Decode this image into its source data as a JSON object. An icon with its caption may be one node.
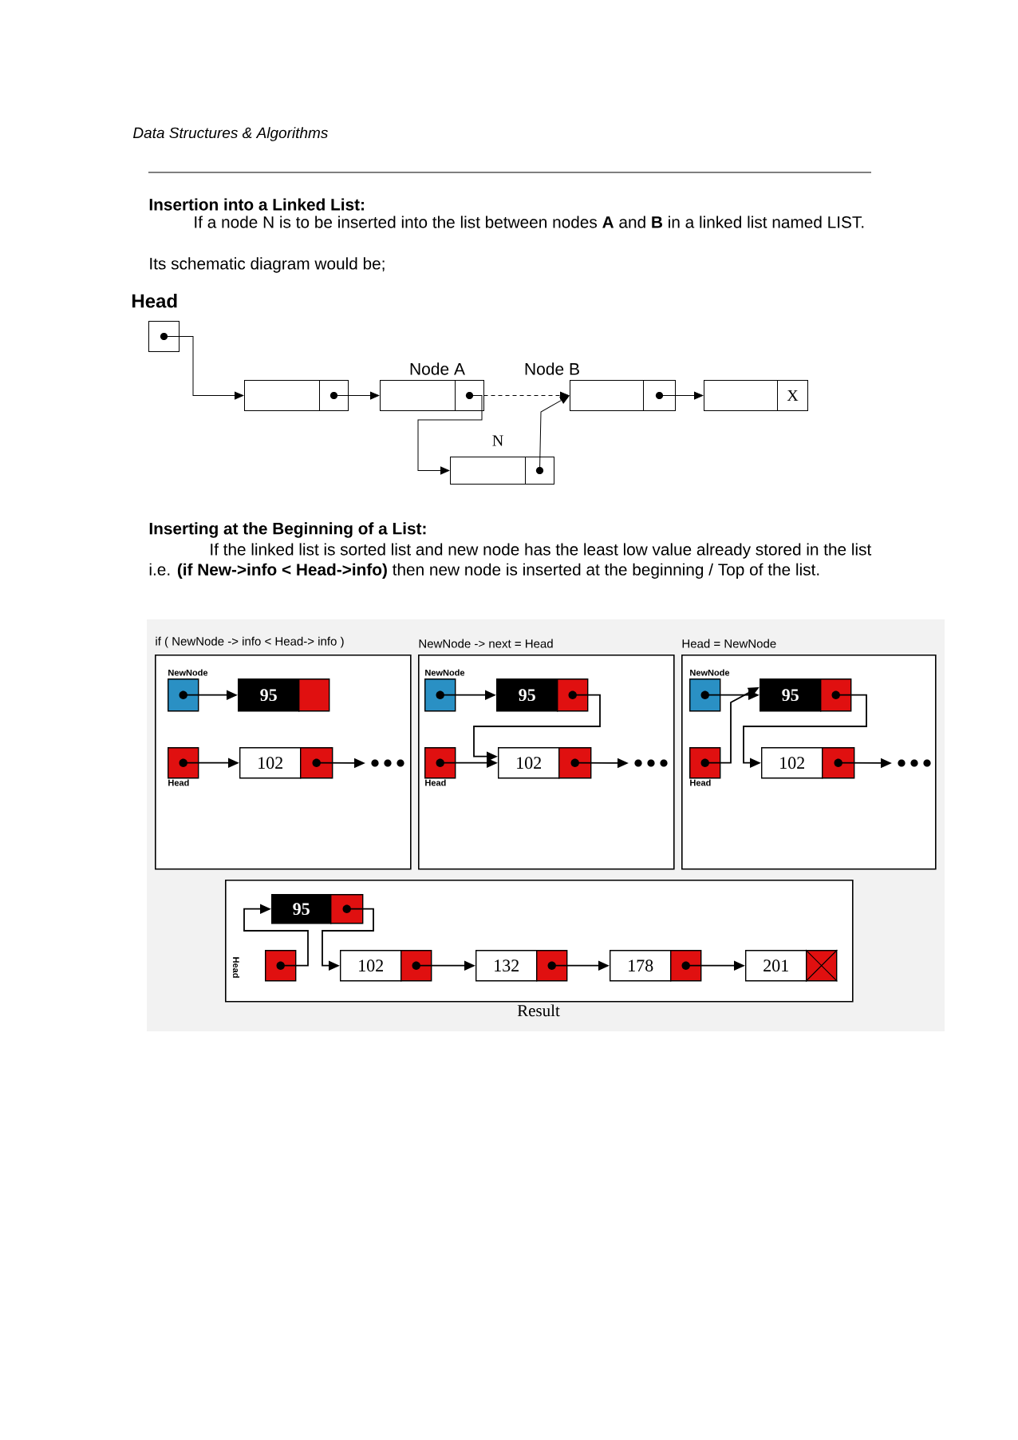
{
  "diagram": {
    "nodes": [
      {
        "text": [],
        "shape": "box",
        "beside": [
          "Head"
        ]
      },
      {
        "text": [],
        "shape": "box"
      },
      {
        "text": [],
        "shape": "box",
        "beside": [
          "Node A"
        ]
      },
      {
        "text": [],
        "shape": "box",
        "beside": [
          "Node B"
        ]
      },
      {
        "text": [
          "X"
        ]
      },
      {
        "text": [],
        "shape": "box",
        "beside": [
          "N"
        ]
      },
      {
        "text": [
          "if ( NewNode -> info < Head-> info )"
        ]
      },
      {
        "text": [
          "NewNode -> next = Head"
        ]
      },
      {
        "text": [
          "Head = NewNode"
        ]
      },
      {
        "text": [],
        "shape": "box",
        "beside": [
          "Result"
        ]
      },
      {
        "text": [],
        "shape": "box",
        "in": 6,
        "beside": [
          "NewNode"
        ]
      },
      {
        "text": [
          "95"
        ],
        "in": 6
      },
      {
        "text": [],
        "shape": "box",
        "in": 6,
        "beside": [
          "Head"
        ]
      },
      {
        "text": [
          "102"
        ],
        "in": 6
      },
      {
        "text": [],
        "shape": "box",
        "in": 7,
        "beside": [
          "NewNode"
        ]
      },
      {
        "text": [
          "95"
        ],
        "in": 7
      },
      {
        "text": [],
        "shape": "box",
        "in": 7,
        "beside": [
          "Head"
        ]
      },
      {
        "text": [
          "102"
        ],
        "in": 7
      },
      {
        "text": [],
        "shape": "box",
        "in": 8,
        "beside": [
          "NewNode"
        ]
      },
      {
        "text": [
          "95"
        ],
        "in": 8
      },
      {
        "text": [],
        "shape": "box",
        "in": 8,
        "beside": [
          "Head"
        ]
      },
      {
        "text": [
          "102"
        ],
        "in": 8
      },
      {
        "text": [
          "95"
        ],
        "in": 9
      },
      {
        "text": [],
        "shape": "box",
        "in": 9,
        "beside": [
          "Head"
        ]
      },
      {
        "text": [
          "102"
        ],
        "in": 9
      },
      {
        "text": [
          "132"
        ],
        "in": 9
      },
      {
        "text": [
          "178"
        ],
        "in": 9
      },
      {
        "text": [
          "201"
        ],
        "in": 9
      }
    ],
    "edges": [
      {
        "from": 0,
        "to": 1,
        "arrow": "to"
      },
      {
        "from": 1,
        "to": 2,
        "arrow": "to"
      },
      {
        "from": 2,
        "to": 3,
        "arrow": "to",
        "style": "dashed"
      },
      {
        "from": 3,
        "to": 4,
        "arrow": "to"
      },
      {
        "from": 2,
        "to": 5,
        "arrow": "to"
      },
      {
        "from": 5,
        "to": 3,
        "arrow": "to"
      },
      {
        "from": 10,
        "to": 11,
        "arrow": "to"
      },
      {
        "from": 12,
        "to": 13,
        "arrow": "to"
      },
      {
        "from": 13,
        "to": null,
        "arrow": "to"
      },
      {
        "from": 14,
        "to": 15,
        "arrow": "to"
      },
      {
        "from": 15,
        "to": 17,
        "arrow": "to"
      },
      {
        "from": 16,
        "to": 17,
        "arrow": "to"
      },
      {
        "from": 17,
        "to": null,
        "arrow": "to"
      },
      {
        "from": 18,
        "to": 19,
        "arrow": "to"
      },
      {
        "from": 20,
        "to": 19,
        "arrow": "to"
      },
      {
        "from": 19,
        "to": 21,
        "arrow": "to"
      },
      {
        "from": 21,
        "to": null,
        "arrow": "to"
      },
      {
        "from": 23,
        "to": 22,
        "arrow": "to"
      },
      {
        "from": 22,
        "to": 24,
        "arrow": "to"
      },
      {
        "from": 24,
        "to": 25,
        "arrow": "to"
      },
      {
        "from": 25,
        "to": 26,
        "arrow": "to"
      },
      {
        "from": 26,
        "to": 27,
        "arrow": "to"
      }
    ],
    "labels": [
      "Data Structures & Algorithms",
      "Insertion into a Linked List:",
      "If a node N is to be inserted into the list between nodes **A** and **B** in a linked list named LIST.",
      "Its schematic diagram would be;",
      "Inserting at the Beginning of a List:",
      "If the linked list is sorted list and new node has the least low value already stored in the list i.e. **(if New->info < Head->info)** then new node is inserted at the beginning / Top of the list."
    ]
  }
}
